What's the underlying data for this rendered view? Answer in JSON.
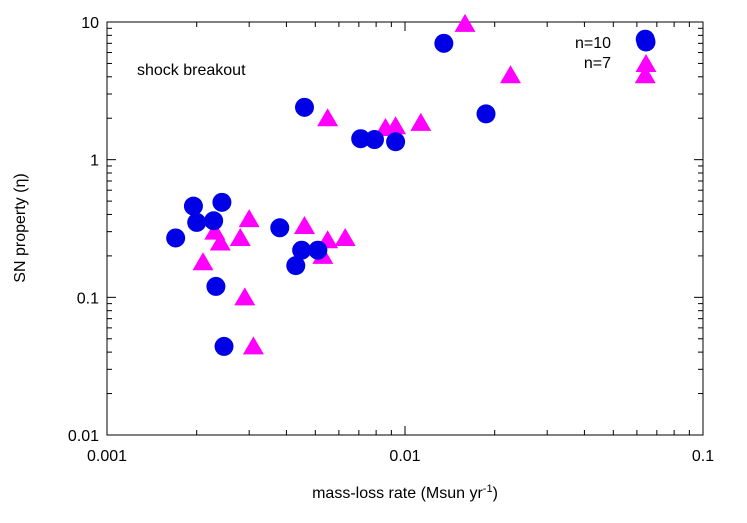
{
  "chart_data": {
    "type": "scatter",
    "title": "",
    "annotation": "shock breakout",
    "xlabel": {
      "text": "mass-loss rate (Msun yr",
      "sup": "-1",
      "suffix": ")"
    },
    "ylabel": {
      "text": "SN property (",
      "greek": "η",
      "suffix": ")"
    },
    "x_scale": "log",
    "y_scale": "log",
    "xlim": [
      0.001,
      0.1
    ],
    "ylim": [
      0.01,
      10
    ],
    "x_ticks": [
      {
        "value": 0.001,
        "label": "0.001"
      },
      {
        "value": 0.01,
        "label": "0.01"
      },
      {
        "value": 0.1,
        "label": "0.1"
      }
    ],
    "y_ticks": [
      {
        "value": 0.01,
        "label": "0.01"
      },
      {
        "value": 0.1,
        "label": "0.1"
      },
      {
        "value": 1,
        "label": "1"
      },
      {
        "value": 10,
        "label": "10"
      }
    ],
    "grid": false,
    "legend_position": "top-right",
    "series": [
      {
        "name": "n=10",
        "marker": "circle",
        "color": "#0000e6",
        "points": [
          [
            0.0017,
            0.27
          ],
          [
            0.00195,
            0.46
          ],
          [
            0.002,
            0.35
          ],
          [
            0.00228,
            0.36
          ],
          [
            0.00243,
            0.49
          ],
          [
            0.00232,
            0.12
          ],
          [
            0.00247,
            0.044
          ],
          [
            0.0038,
            0.32
          ],
          [
            0.0043,
            0.17
          ],
          [
            0.0045,
            0.22
          ],
          [
            0.0051,
            0.22
          ],
          [
            0.0046,
            2.4
          ],
          [
            0.0071,
            1.42
          ],
          [
            0.0079,
            1.4
          ],
          [
            0.0093,
            1.35
          ],
          [
            0.0135,
            7.0
          ],
          [
            0.0187,
            2.15
          ],
          [
            0.064,
            7.5
          ]
        ]
      },
      {
        "name": "n=7",
        "marker": "triangle",
        "color": "#ff00ff",
        "points": [
          [
            0.0021,
            0.18
          ],
          [
            0.0023,
            0.3
          ],
          [
            0.0024,
            0.25
          ],
          [
            0.0028,
            0.27
          ],
          [
            0.003,
            0.37
          ],
          [
            0.0029,
            0.1
          ],
          [
            0.0031,
            0.044
          ],
          [
            0.0046,
            0.33
          ],
          [
            0.0053,
            0.2
          ],
          [
            0.0055,
            0.26
          ],
          [
            0.0063,
            0.27
          ],
          [
            0.0055,
            2.0
          ],
          [
            0.0086,
            1.7
          ],
          [
            0.0093,
            1.75
          ],
          [
            0.0113,
            1.85
          ],
          [
            0.0159,
            9.7
          ],
          [
            0.0226,
            4.1
          ],
          [
            0.064,
            4.1
          ]
        ]
      }
    ]
  }
}
